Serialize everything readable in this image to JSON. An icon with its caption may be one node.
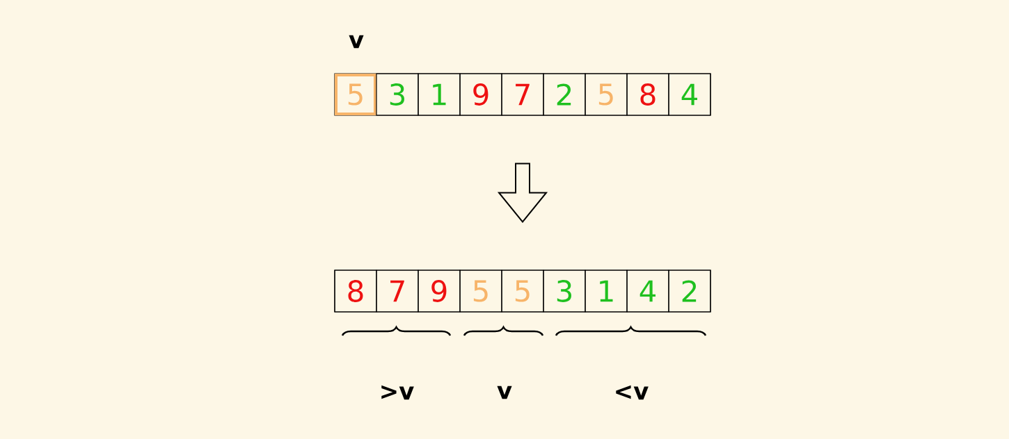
{
  "diagram": {
    "nodes": [
      {
        "text": [],
        "shape": "box"
      },
      {
        "text": [
          "5"
        ],
        "in": 0
      },
      {
        "text": [
          "3"
        ],
        "in": 0
      },
      {
        "text": [
          "1"
        ],
        "in": 0
      },
      {
        "text": [
          "9"
        ],
        "in": 0
      },
      {
        "text": [
          "7"
        ],
        "in": 0
      },
      {
        "text": [
          "2"
        ],
        "in": 0
      },
      {
        "text": [
          "5"
        ],
        "in": 0
      },
      {
        "text": [
          "8"
        ],
        "in": 0
      },
      {
        "text": [
          "4"
        ],
        "in": 0
      },
      {
        "text": [],
        "shape": "box"
      },
      {
        "text": [
          "8"
        ],
        "in": 10
      },
      {
        "text": [
          "7"
        ],
        "in": 10
      },
      {
        "text": [
          "9"
        ],
        "in": 10
      },
      {
        "text": [
          "5"
        ],
        "in": 10
      },
      {
        "text": [
          "5"
        ],
        "in": 10
      },
      {
        "text": [
          "3"
        ],
        "in": 10
      },
      {
        "text": [
          "1"
        ],
        "in": 10
      },
      {
        "text": [
          "4"
        ],
        "in": 10
      },
      {
        "text": [
          "2"
        ],
        "in": 10
      }
    ],
    "edges": [
      {
        "from": 0,
        "to": 10,
        "arrow": "to"
      }
    ],
    "labels": [
      "v",
      ">v",
      "v",
      "<v"
    ]
  }
}
